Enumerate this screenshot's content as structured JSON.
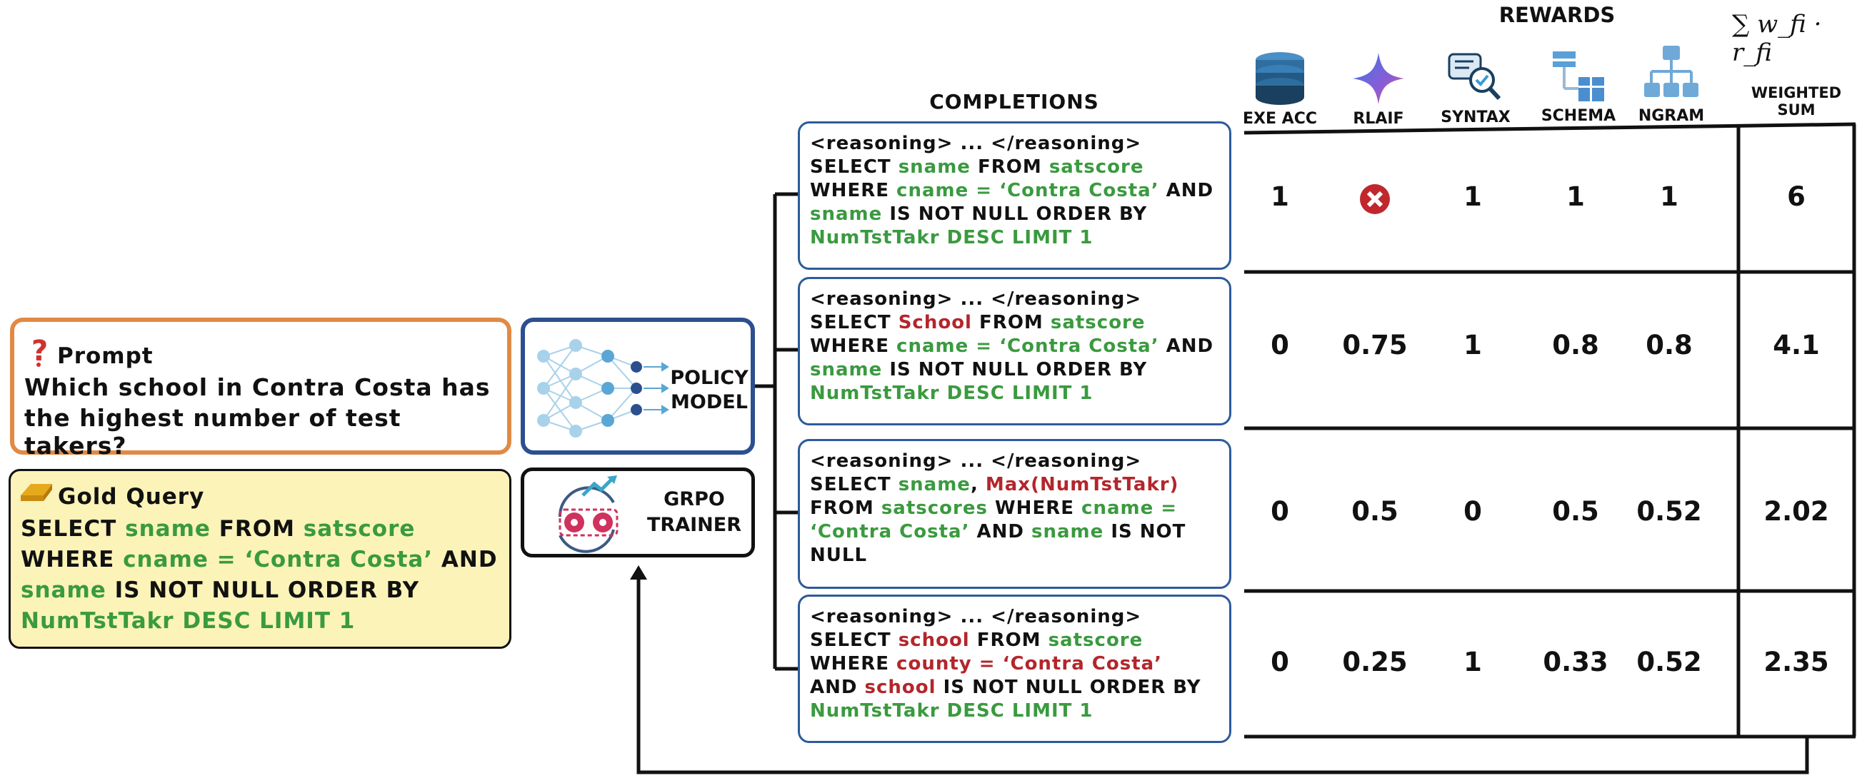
{
  "prompt": {
    "title": "Prompt",
    "question_line1": "Which school in Contra Costa has",
    "question_line2": "the highest number of test takers?",
    "icon": "question-mark-icon"
  },
  "gold": {
    "title": "Gold Query",
    "icon": "gold-bar-icon",
    "line1": [
      "SELECT ",
      "sname",
      " FROM ",
      "satscore"
    ],
    "line2": [
      "WHERE ",
      "cname = ‘Contra Costa’",
      " AND"
    ],
    "line3": [
      "sname",
      " IS NOT NULL ORDER BY"
    ],
    "line4": "NumTstTakr DESC LIMIT 1"
  },
  "policy": {
    "label1": "POLICY",
    "label2": "MODEL",
    "icon": "neural-network-icon"
  },
  "grpo": {
    "label1": "GRPO",
    "label2": "TRAINER",
    "icon": "gears-cycle-icon"
  },
  "completions_title": "COMPLETIONS",
  "rewards_title": "REWARDS",
  "formula": "∑ w_fi · r_fi",
  "reward_columns": [
    {
      "label": "EXE ACC",
      "icon": "database-icon"
    },
    {
      "label": "RLAIF",
      "icon": "sparkle-icon"
    },
    {
      "label": "SYNTAX",
      "icon": "syntax-check-icon"
    },
    {
      "label": "SCHEMA",
      "icon": "schema-icon"
    },
    {
      "label": "NGRAM",
      "icon": "hierarchy-icon"
    }
  ],
  "weighted_sum_label1": "WEIGHTED",
  "weighted_sum_label2": "SUM",
  "reasoning": "<reasoning> ... </reasoning>",
  "completions": [
    {
      "lines": [
        [
          {
            "t": "SELECT ",
            "c": "blk"
          },
          {
            "t": "sname",
            "c": "grn"
          },
          {
            "t": " FROM ",
            "c": "blk"
          },
          {
            "t": "satscore",
            "c": "grn"
          }
        ],
        [
          {
            "t": "WHERE ",
            "c": "blk"
          },
          {
            "t": "cname = ‘Contra Costa’",
            "c": "grn"
          },
          {
            "t": " AND",
            "c": "blk"
          }
        ],
        [
          {
            "t": "sname",
            "c": "grn"
          },
          {
            "t": " IS NOT NULL ORDER BY",
            "c": "blk"
          }
        ],
        [
          {
            "t": "NumTstTakr DESC LIMIT 1",
            "c": "grn"
          }
        ]
      ],
      "rewards": [
        "1",
        "✕",
        "1",
        "1",
        "1"
      ],
      "sum": "6"
    },
    {
      "lines": [
        [
          {
            "t": "SELECT ",
            "c": "blk"
          },
          {
            "t": "School",
            "c": "red"
          },
          {
            "t": " FROM ",
            "c": "blk"
          },
          {
            "t": "satscore",
            "c": "grn"
          }
        ],
        [
          {
            "t": "WHERE ",
            "c": "blk"
          },
          {
            "t": "cname = ‘Contra Costa’",
            "c": "grn"
          },
          {
            "t": " AND",
            "c": "blk"
          }
        ],
        [
          {
            "t": "sname",
            "c": "grn"
          },
          {
            "t": " IS NOT NULL ORDER BY",
            "c": "blk"
          }
        ],
        [
          {
            "t": "NumTstTakr DESC LIMIT 1",
            "c": "grn"
          }
        ]
      ],
      "rewards": [
        "0",
        "0.75",
        "1",
        "0.8",
        "0.8"
      ],
      "sum": "4.1"
    },
    {
      "lines": [
        [
          {
            "t": "SELECT ",
            "c": "blk"
          },
          {
            "t": "sname",
            "c": "grn"
          },
          {
            "t": ", ",
            "c": "blk"
          },
          {
            "t": "Max(NumTstTakr)",
            "c": "red"
          }
        ],
        [
          {
            "t": "FROM ",
            "c": "blk"
          },
          {
            "t": "satscores",
            "c": "grn"
          },
          {
            "t": " WHERE ",
            "c": "blk"
          },
          {
            "t": "cname =",
            "c": "grn"
          }
        ],
        [
          {
            "t": "‘Contra Costa’",
            "c": "grn"
          },
          {
            "t": " AND ",
            "c": "blk"
          },
          {
            "t": "sname",
            "c": "grn"
          },
          {
            "t": " IS NOT",
            "c": "blk"
          }
        ],
        [
          {
            "t": "NULL",
            "c": "blk"
          }
        ]
      ],
      "rewards": [
        "0",
        "0.5",
        "0",
        "0.5",
        "0.52"
      ],
      "sum": "2.02"
    },
    {
      "lines": [
        [
          {
            "t": "SELECT ",
            "c": "blk"
          },
          {
            "t": "school",
            "c": "red"
          },
          {
            "t": " FROM ",
            "c": "blk"
          },
          {
            "t": "satscore",
            "c": "grn"
          }
        ],
        [
          {
            "t": "WHERE ",
            "c": "blk"
          },
          {
            "t": "county = ‘Contra Costa’",
            "c": "red"
          }
        ],
        [
          {
            "t": "AND ",
            "c": "blk"
          },
          {
            "t": "school",
            "c": "red"
          },
          {
            "t": " IS NOT NULL ORDER BY",
            "c": "blk"
          }
        ],
        [
          {
            "t": "NumTstTakr DESC LIMIT 1",
            "c": "grn"
          }
        ]
      ],
      "rewards": [
        "0",
        "0.25",
        "1",
        "0.33",
        "0.52"
      ],
      "sum": "2.35"
    }
  ],
  "colors": {
    "prompt_border": "#e08a45",
    "policy_border": "#2c4f8f",
    "gold_fill": "#fbf3b8",
    "completion_border": "#2c5b9a",
    "correct_green": "#3a9a3f",
    "wrong_red": "#b3262b"
  }
}
